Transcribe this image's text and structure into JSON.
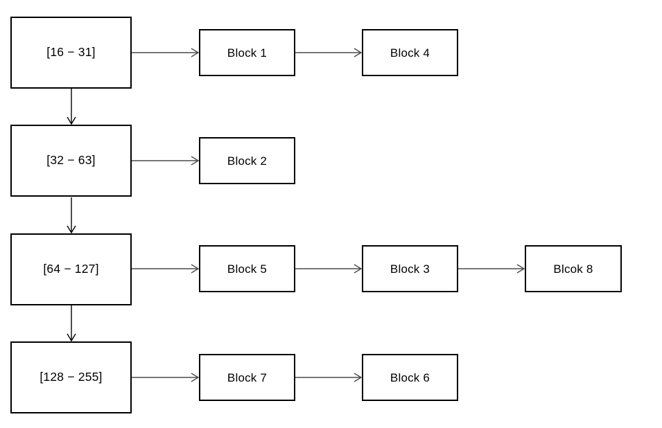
{
  "diagram": {
    "type": "flowchart",
    "title": "",
    "background_color": "#ffffff",
    "box_border_color": "#000000",
    "arrow_color": "#4a4a4a",
    "text_color": "#000000",
    "rows": [
      {
        "range_label": "[16 − 31]",
        "chain": [
          "Block 1",
          "Block 4"
        ]
      },
      {
        "range_label": "[32 − 63]",
        "chain": [
          "Block 2"
        ]
      },
      {
        "range_label": "[64 − 127]",
        "chain": [
          "Block 5",
          "Block 3",
          "Blcok 8"
        ]
      },
      {
        "range_label": "[128 − 255]",
        "chain": [
          "Block 7",
          "Block 6"
        ]
      }
    ],
    "vertical_links": [
      {
        "from": "[16 − 31]",
        "to": "[32 − 63]"
      },
      {
        "from": "[32 − 63]",
        "to": "[64 − 127]"
      },
      {
        "from": "[64 − 127]",
        "to": "[128 − 255]"
      }
    ]
  }
}
